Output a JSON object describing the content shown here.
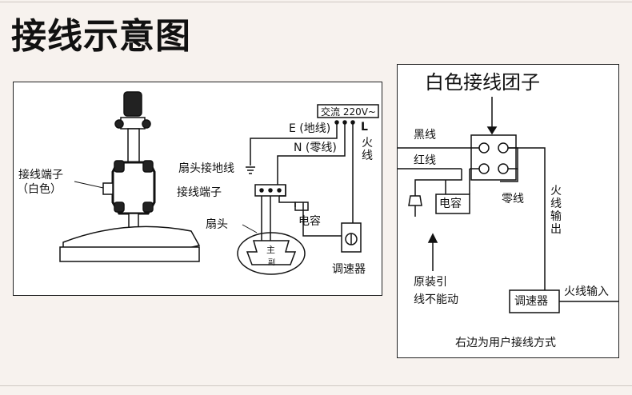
{
  "page": {
    "title": "接线示意图"
  },
  "left": {
    "supply": "交流 220V~",
    "earth": "E (地线)",
    "neutral": "N (零线)",
    "live_letter": "L",
    "live_word": "火线",
    "terminal_white": "接线端子",
    "terminal_white_color": "（白色）",
    "fan_ground": "扇头接地线",
    "terminal": "接线端子",
    "capacitor": "电容",
    "fan_head": "扇头",
    "regulator": "调速器",
    "motor_mark": "主",
    "motor_mark2": "副"
  },
  "right": {
    "title": "白色接线团子",
    "black_wire": "黑线",
    "red_wire": "红线",
    "capacitor": "电容",
    "neutral": "零线",
    "live_out": "火线输出",
    "original_line_1": "原装引",
    "original_line_2": "线不能动",
    "regulator": "调速器",
    "live_in": "火线输入",
    "caption": "右边为用户接线方式"
  },
  "colors": {
    "background": "#f7f2ee",
    "line": "#111111",
    "panel": "#ffffff",
    "rule": "#cfc8c2"
  }
}
